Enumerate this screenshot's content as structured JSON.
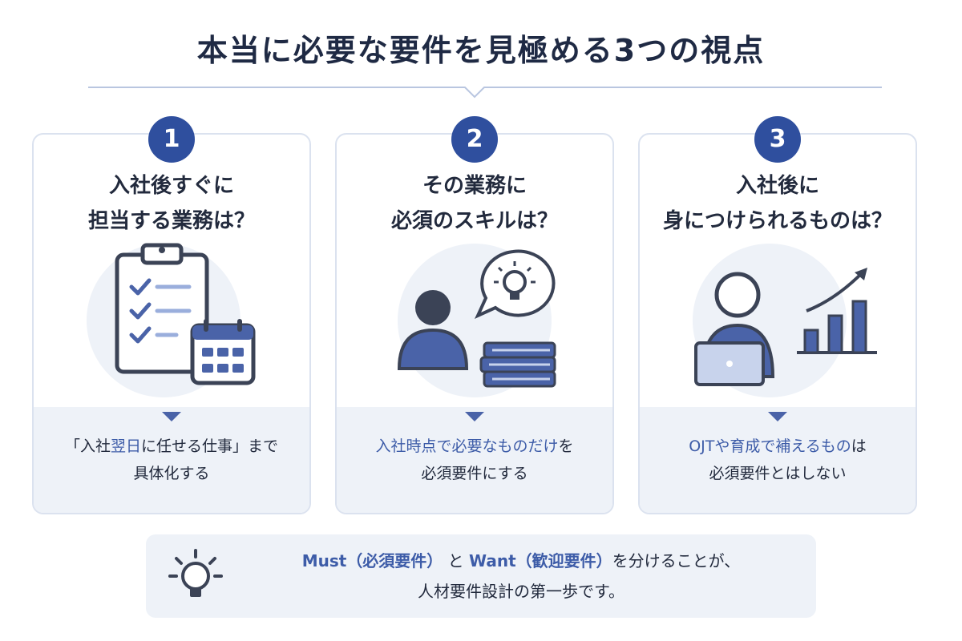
{
  "title": "本当に必要な要件を見極める3つの視点",
  "colors": {
    "primary": "#2f4f9e",
    "accent_text": "#3d5ca8",
    "card_border": "#dbe2ef",
    "panel_bg": "#eef2f8"
  },
  "cards": [
    {
      "number": "1",
      "heading_line1": "入社後すぐに",
      "heading_line2": "担当する業務は？",
      "icon": "clipboard-calendar-icon",
      "foot_pre": "「入社",
      "foot_hl": "翌日",
      "foot_post": "に任せる仕事」まで",
      "foot_line2": "具体化する"
    },
    {
      "number": "2",
      "heading_line1": "その業務に",
      "heading_line2": "必須のスキルは？",
      "icon": "person-idea-books-icon",
      "foot_hl": "入社時点で必要なものだけ",
      "foot_post": "を",
      "foot_line2": "必須要件にする"
    },
    {
      "number": "3",
      "heading_line1": "入社後に",
      "heading_line2": "身につけられるものは？",
      "icon": "person-laptop-growth-icon",
      "foot_hl": "OJTや育成で補えるもの",
      "foot_post": "は",
      "foot_line2": "必須要件とはしない"
    }
  ],
  "bottom": {
    "icon": "lightbulb-icon",
    "must": "Must（必須要件）",
    "and": "と",
    "want": "Want（歓迎要件）",
    "rest": "を分けることが、",
    "line2": "人材要件設計の第一歩です。"
  }
}
